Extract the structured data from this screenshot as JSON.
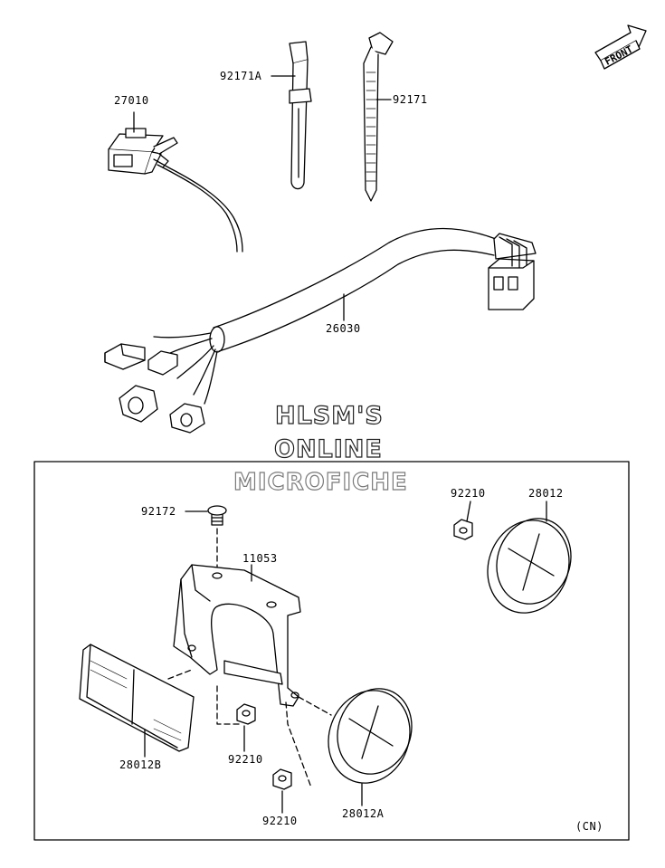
{
  "watermark": {
    "line1": "HLSM'S",
    "line2": "ONLINE",
    "line3": "MICROFICHE"
  },
  "front_indicator": "FRONT",
  "region_code": "(CN)",
  "parts": {
    "p27010": "27010",
    "p92171A": "92171A",
    "p92171": "92171",
    "p26030": "26030",
    "p92172": "92172",
    "p11053": "11053",
    "p92210_top": "92210",
    "p28012": "28012",
    "p28012B": "28012B",
    "p92210_mid": "92210",
    "p92210_bot": "92210",
    "p28012A": "28012A"
  },
  "colors": {
    "line": "#000000",
    "watermark_outline": "#222222",
    "watermark_grey": "#7a7a7a"
  }
}
